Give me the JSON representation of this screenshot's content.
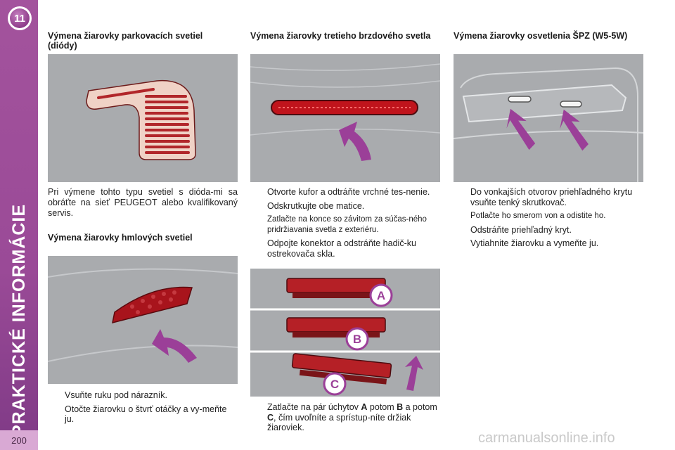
{
  "chapter": {
    "number": "11",
    "section_title": "PRAKTICKÉ INFORMÁCIE",
    "page_number": "200"
  },
  "colors": {
    "sidebar": "#9a4a97",
    "arrow": "#9b3f98",
    "lamp_red": "#c0141c"
  },
  "col1": {
    "heading": "Výmena žiarovky parkovacích svetiel (diódy)",
    "text": "Pri výmene tohto typu svetiel s dióda-mi sa obráťte na sieť PEUGEOT alebo kvalifikovaný servis.",
    "heading2": "Výmena žiarovky hmlových svetiel",
    "steps": [
      "Vsuňte ruku pod nárazník.",
      "Otočte žiarovku o štvrť otáčky a vy-meňte ju."
    ]
  },
  "col2": {
    "heading": "Výmena žiarovky tretieho brzdového svetla",
    "steps": [
      "Otvorte kufor a odtráňte vrchné tes-nenie.",
      "Odskrutkujte obe matice.",
      "Zatlačte na konce so závitom za súčas-ného pridržiavania svetla z exteriéru.",
      "Odpojte konektor a odstráňte hadič-ku ostrekovača skla."
    ],
    "labels": [
      "A",
      "B",
      "C"
    ],
    "final_step": {
      "before_a": "Zatlačte na pár úchytov ",
      "a": "A",
      "mid": " potom ",
      "b": "B",
      "mid2": " a potom ",
      "c": "C",
      "after": ", čím uvoľníte a sprístup-níte držiak žiaroviek."
    }
  },
  "col3": {
    "heading": "Výmena žiarovky osvetlenia ŠPZ (W5-5W)",
    "steps": [
      "Do vonkajších otvorov priehľadného krytu vsuňte tenký skrutkovač.",
      "Potlačte ho smerom von a odistite ho.",
      "Odstráňte priehľadný kryt.",
      "Vytiahnite žiarovku a vymeňte ju."
    ]
  },
  "bullet_glyph": "",
  "watermark": "carmanualsonline.info"
}
